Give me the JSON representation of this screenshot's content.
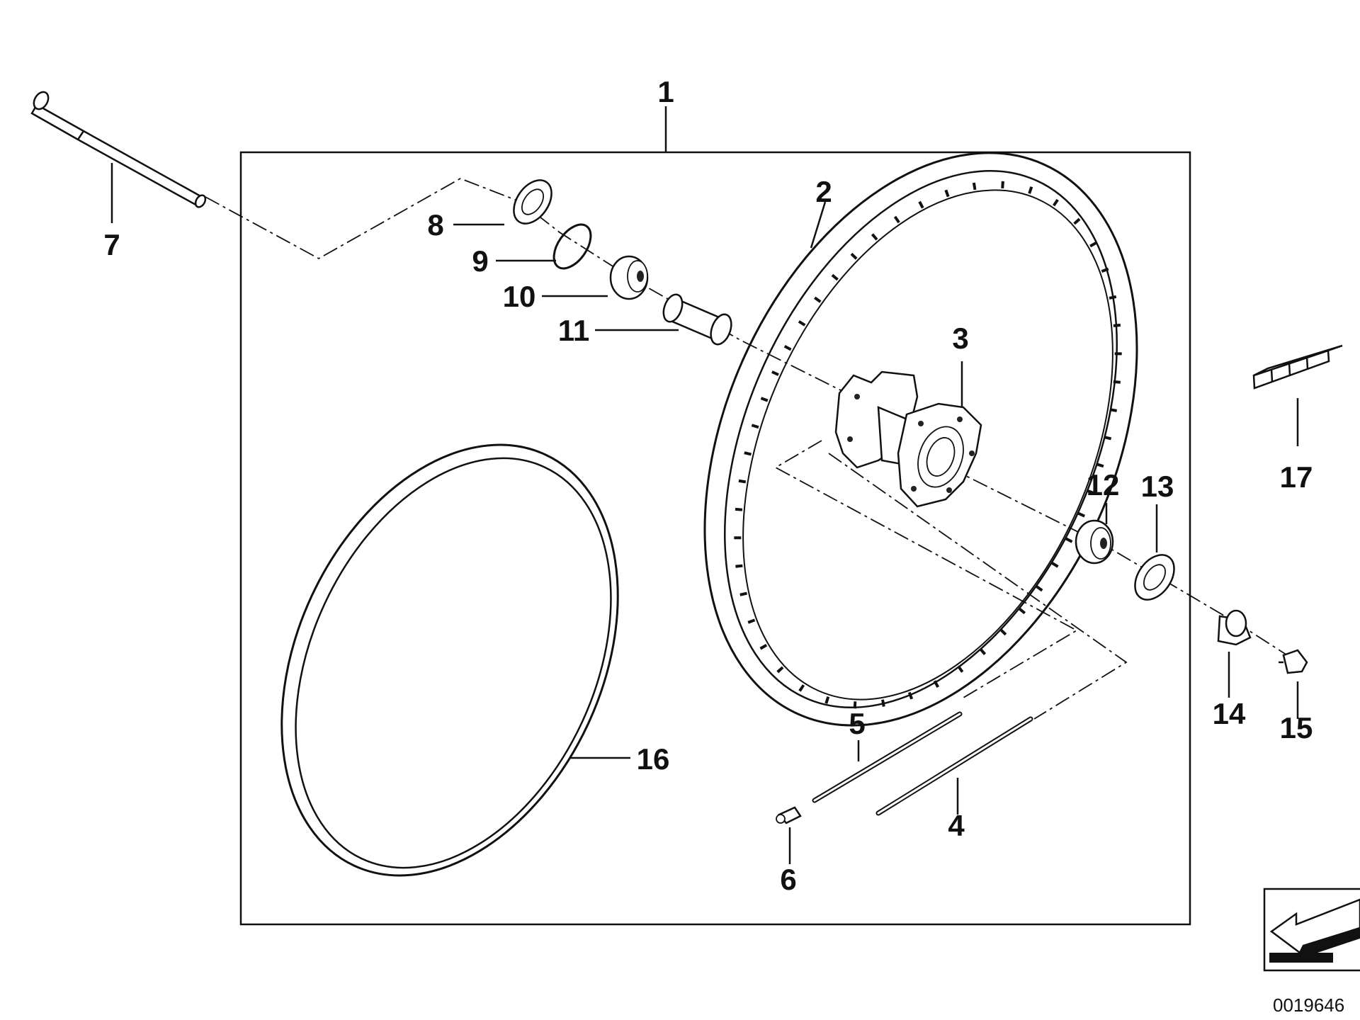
{
  "diagram": {
    "labels": {
      "p1": "1",
      "p2": "2",
      "p3": "3",
      "p4": "4",
      "p5": "5",
      "p6": "6",
      "p7": "7",
      "p8": "8",
      "p9": "9",
      "p10": "10",
      "p11": "11",
      "p12": "12",
      "p13": "13",
      "p14": "14",
      "p15": "15",
      "p16": "16",
      "p17": "17"
    },
    "image_code": "0019646"
  }
}
